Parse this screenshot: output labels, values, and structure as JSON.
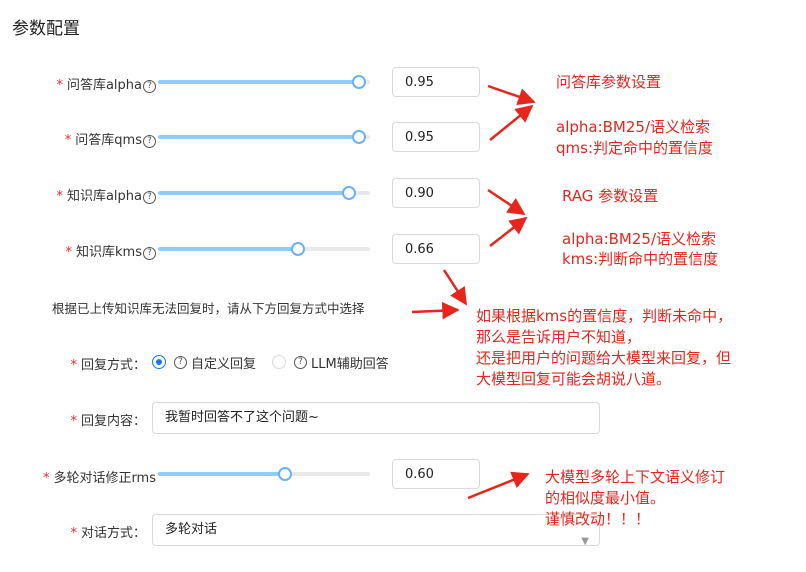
{
  "section_title": "参数配置",
  "help_icon": "question-circle-icon",
  "required_mark": "*",
  "sliders": [
    {
      "label": "问答库alpha",
      "value": "0.95",
      "fraction": 0.95
    },
    {
      "label": "问答库qms",
      "value": "0.95",
      "fraction": 0.95
    },
    {
      "label": "知识库alpha",
      "value": "0.90",
      "fraction": 0.9
    },
    {
      "label": "知识库kms",
      "value": "0.66",
      "fraction": 0.66
    }
  ],
  "fallback_note": "根据已上传知识库无法回复时，请从下方回复方式中选择",
  "reply_mode": {
    "label": "回复方式：",
    "options": [
      "自定义回复",
      "LLM辅助回答"
    ],
    "selected_index": 0
  },
  "reply_content": {
    "label": "回复内容：",
    "value": "我暂时回答不了这个问题~"
  },
  "multi_turn": {
    "label": "多轮对话修正rms",
    "value": "0.60",
    "fraction": 0.6
  },
  "dialog_mode": {
    "label": "对话方式：",
    "value": "多轮对话"
  },
  "annotations": {
    "qa_title": "问答库参数设置",
    "qa_alpha": "alpha:BM25/语义检索",
    "qa_qms": "qms:判定命中的置信度",
    "rag_title": "RAG 参数设置",
    "rag_alpha": "alpha:BM25/语义检索",
    "rag_kms": "kms:判断命中的置信度",
    "fallback_lines": [
      "如果根据kms的置信度，判断未命中，",
      "那么是告诉用户不知道，",
      "还是把用户的问题给大模型来回复，但",
      "大模型回复可能会胡说八道。"
    ],
    "rms_lines": [
      "大模型多轮上下文语义修订",
      "的相似度最小值。",
      "谨慎改动！！！"
    ]
  },
  "colors": {
    "primary": "#1677ff",
    "slider_fill": "#91caff",
    "annotation": "#e8251c",
    "required": "#f5222d"
  }
}
